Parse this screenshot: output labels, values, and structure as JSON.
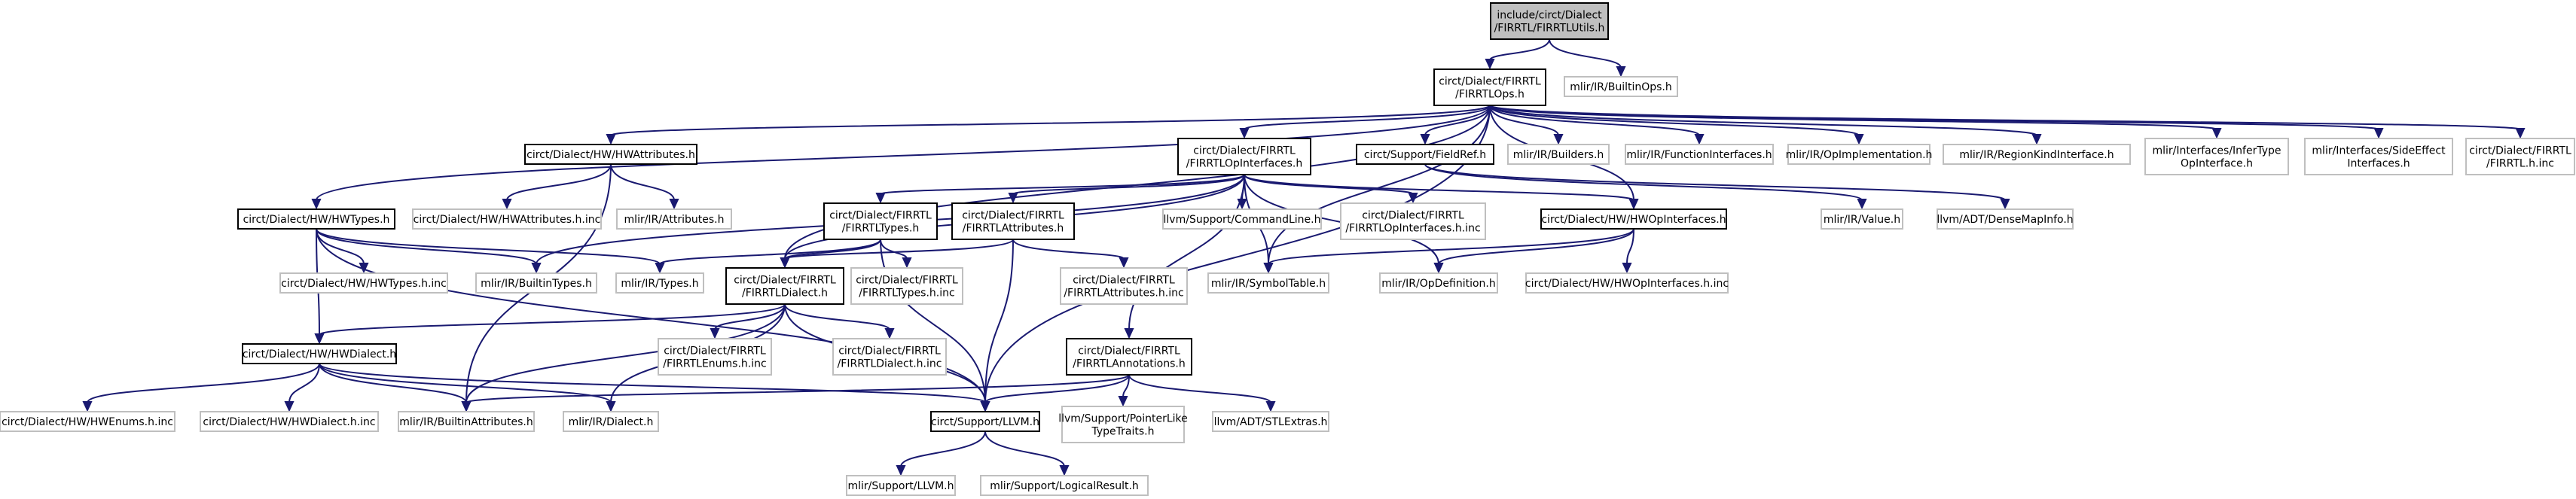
{
  "diagram": {
    "kind": "include dependency graph",
    "colors": {
      "root_fill": "#bfbfbf",
      "internal_stroke": "#000000",
      "external_stroke": "#bfbfbf",
      "edge": "#191970"
    },
    "nodes": [
      {
        "id": "root",
        "lines": [
          "include/circt/Dialect",
          "/FIRRTL/FIRRTLUtils.h"
        ],
        "style": "root"
      },
      {
        "id": "firrtlops",
        "lines": [
          "circt/Dialect/FIRRTL",
          "/FIRRTLOps.h"
        ],
        "style": "internal"
      },
      {
        "id": "builtinops",
        "lines": [
          "mlir/IR/BuiltinOps.h"
        ],
        "style": "external"
      },
      {
        "id": "hwattr",
        "lines": [
          "circt/Dialect/HW/HWAttributes.h"
        ],
        "style": "internal"
      },
      {
        "id": "opinterfaces",
        "lines": [
          "circt/Dialect/FIRRTL",
          "/FIRRTLOpInterfaces.h"
        ],
        "style": "internal"
      },
      {
        "id": "fieldref",
        "lines": [
          "circt/Support/FieldRef.h"
        ],
        "style": "internal"
      },
      {
        "id": "builders",
        "lines": [
          "mlir/IR/Builders.h"
        ],
        "style": "external"
      },
      {
        "id": "funcif",
        "lines": [
          "mlir/IR/FunctionInterfaces.h"
        ],
        "style": "external"
      },
      {
        "id": "opimpl",
        "lines": [
          "mlir/IR/OpImplementation.h"
        ],
        "style": "external"
      },
      {
        "id": "regionkind",
        "lines": [
          "mlir/IR/RegionKindInterface.h"
        ],
        "style": "external"
      },
      {
        "id": "infertype",
        "lines": [
          "mlir/Interfaces/InferType",
          "OpInterface.h"
        ],
        "style": "external"
      },
      {
        "id": "sideeffect",
        "lines": [
          "mlir/Interfaces/SideEffect",
          "Interfaces.h"
        ],
        "style": "external"
      },
      {
        "id": "firrtlinc",
        "lines": [
          "circt/Dialect/FIRRTL",
          "/FIRRTL.h.inc"
        ],
        "style": "external"
      },
      {
        "id": "hwtypes",
        "lines": [
          "circt/Dialect/HW/HWTypes.h"
        ],
        "style": "internal"
      },
      {
        "id": "hwattrinc",
        "lines": [
          "circt/Dialect/HW/HWAttributes.h.inc"
        ],
        "style": "external"
      },
      {
        "id": "irattr",
        "lines": [
          "mlir/IR/Attributes.h"
        ],
        "style": "external"
      },
      {
        "id": "firrtltypes",
        "lines": [
          "circt/Dialect/FIRRTL",
          "/FIRRTLTypes.h"
        ],
        "style": "internal"
      },
      {
        "id": "firrtlattrs",
        "lines": [
          "circt/Dialect/FIRRTL",
          "/FIRRTLAttributes.h"
        ],
        "style": "internal"
      },
      {
        "id": "commandline",
        "lines": [
          "llvm/Support/CommandLine.h"
        ],
        "style": "external"
      },
      {
        "id": "opifinc",
        "lines": [
          "circt/Dialect/FIRRTL",
          "/FIRRTLOpInterfaces.h.inc"
        ],
        "style": "external"
      },
      {
        "id": "hwopif",
        "lines": [
          "circt/Dialect/HW/HWOpInterfaces.h"
        ],
        "style": "internal"
      },
      {
        "id": "value",
        "lines": [
          "mlir/IR/Value.h"
        ],
        "style": "external"
      },
      {
        "id": "densemap",
        "lines": [
          "llvm/ADT/DenseMapInfo.h"
        ],
        "style": "external"
      },
      {
        "id": "hwtypesinc",
        "lines": [
          "circt/Dialect/HW/HWTypes.h.inc"
        ],
        "style": "external"
      },
      {
        "id": "builtintypes",
        "lines": [
          "mlir/IR/BuiltinTypes.h"
        ],
        "style": "external"
      },
      {
        "id": "types",
        "lines": [
          "mlir/IR/Types.h"
        ],
        "style": "external"
      },
      {
        "id": "firrtldialect",
        "lines": [
          "circt/Dialect/FIRRTL",
          "/FIRRTLDialect.h"
        ],
        "style": "internal"
      },
      {
        "id": "typesinc",
        "lines": [
          "circt/Dialect/FIRRTL",
          "/FIRRTLTypes.h.inc"
        ],
        "style": "external"
      },
      {
        "id": "attrsinc",
        "lines": [
          "circt/Dialect/FIRRTL",
          "/FIRRTLAttributes.h.inc"
        ],
        "style": "external"
      },
      {
        "id": "symboltable",
        "lines": [
          "mlir/IR/SymbolTable.h"
        ],
        "style": "external"
      },
      {
        "id": "opdef",
        "lines": [
          "mlir/IR/OpDefinition.h"
        ],
        "style": "external"
      },
      {
        "id": "hwopifinc",
        "lines": [
          "circt/Dialect/HW/HWOpInterfaces.h.inc"
        ],
        "style": "external"
      },
      {
        "id": "hwdialect",
        "lines": [
          "circt/Dialect/HW/HWDialect.h"
        ],
        "style": "internal"
      },
      {
        "id": "enumsinc",
        "lines": [
          "circt/Dialect/FIRRTL",
          "/FIRRTLEnums.h.inc"
        ],
        "style": "external"
      },
      {
        "id": "dialectinc",
        "lines": [
          "circt/Dialect/FIRRTL",
          "/FIRRTLDialect.h.inc"
        ],
        "style": "external"
      },
      {
        "id": "annotations",
        "lines": [
          "circt/Dialect/FIRRTL",
          "/FIRRTLAnnotations.h"
        ],
        "style": "internal"
      },
      {
        "id": "hwenumsinc",
        "lines": [
          "circt/Dialect/HW/HWEnums.h.inc"
        ],
        "style": "external"
      },
      {
        "id": "hwdialectinc",
        "lines": [
          "circt/Dialect/HW/HWDialect.h.inc"
        ],
        "style": "external"
      },
      {
        "id": "builtinattrs",
        "lines": [
          "mlir/IR/BuiltinAttributes.h"
        ],
        "style": "external"
      },
      {
        "id": "irdialect",
        "lines": [
          "mlir/IR/Dialect.h"
        ],
        "style": "external"
      },
      {
        "id": "llvmh",
        "lines": [
          "circt/Support/LLVM.h"
        ],
        "style": "internal"
      },
      {
        "id": "pointerlike",
        "lines": [
          "llvm/Support/PointerLike",
          "TypeTraits.h"
        ],
        "style": "external"
      },
      {
        "id": "stlextras",
        "lines": [
          "llvm/ADT/STLExtras.h"
        ],
        "style": "external"
      },
      {
        "id": "mlirllvm",
        "lines": [
          "mlir/Support/LLVM.h"
        ],
        "style": "external"
      },
      {
        "id": "logicalresult",
        "lines": [
          "mlir/Support/LogicalResult.h"
        ],
        "style": "external"
      }
    ],
    "edges": [
      [
        "root",
        "firrtlops"
      ],
      [
        "root",
        "builtinops"
      ],
      [
        "firrtlops",
        "hwattr"
      ],
      [
        "firrtlops",
        "opinterfaces"
      ],
      [
        "firrtlops",
        "fieldref"
      ],
      [
        "firrtlops",
        "builders"
      ],
      [
        "firrtlops",
        "funcif"
      ],
      [
        "firrtlops",
        "opimpl"
      ],
      [
        "firrtlops",
        "regionkind"
      ],
      [
        "firrtlops",
        "infertype"
      ],
      [
        "firrtlops",
        "sideeffect"
      ],
      [
        "firrtlops",
        "firrtlinc"
      ],
      [
        "firrtlops",
        "hwtypes"
      ],
      [
        "firrtlops",
        "firrtldialect"
      ],
      [
        "firrtlops",
        "symboltable"
      ],
      [
        "firrtlops",
        "hwopif"
      ],
      [
        "firrtlops",
        "llvmh"
      ],
      [
        "hwattr",
        "hwattrinc"
      ],
      [
        "hwattr",
        "irattr"
      ],
      [
        "hwattr",
        "builtinattrs"
      ],
      [
        "opinterfaces",
        "firrtltypes"
      ],
      [
        "opinterfaces",
        "firrtlattrs"
      ],
      [
        "opinterfaces",
        "commandline"
      ],
      [
        "opinterfaces",
        "opifinc"
      ],
      [
        "opinterfaces",
        "hwopif"
      ],
      [
        "opinterfaces",
        "firrtldialect"
      ],
      [
        "opinterfaces",
        "symboltable"
      ],
      [
        "opinterfaces",
        "opdef"
      ],
      [
        "opinterfaces",
        "annotations"
      ],
      [
        "opinterfaces",
        "builtintypes"
      ],
      [
        "fieldref",
        "value"
      ],
      [
        "fieldref",
        "densemap"
      ],
      [
        "hwtypes",
        "hwtypesinc"
      ],
      [
        "hwtypes",
        "builtintypes"
      ],
      [
        "hwtypes",
        "types"
      ],
      [
        "hwtypes",
        "hwdialect"
      ],
      [
        "hwtypes",
        "llvmh"
      ],
      [
        "firrtltypes",
        "firrtldialect"
      ],
      [
        "firrtltypes",
        "typesinc"
      ],
      [
        "firrtltypes",
        "types"
      ],
      [
        "firrtltypes",
        "llvmh"
      ],
      [
        "firrtlattrs",
        "firrtldialect"
      ],
      [
        "firrtlattrs",
        "attrsinc"
      ],
      [
        "firrtlattrs",
        "llvmh"
      ],
      [
        "hwopif",
        "symboltable"
      ],
      [
        "hwopif",
        "opdef"
      ],
      [
        "hwopif",
        "hwopifinc"
      ],
      [
        "firrtldialect",
        "hwdialect"
      ],
      [
        "firrtldialect",
        "enumsinc"
      ],
      [
        "firrtldialect",
        "dialectinc"
      ],
      [
        "firrtldialect",
        "builtinattrs"
      ],
      [
        "firrtldialect",
        "irdialect"
      ],
      [
        "firrtldialect",
        "llvmh"
      ],
      [
        "hwdialect",
        "hwenumsinc"
      ],
      [
        "hwdialect",
        "hwdialectinc"
      ],
      [
        "hwdialect",
        "builtinattrs"
      ],
      [
        "hwdialect",
        "irdialect"
      ],
      [
        "hwdialect",
        "llvmh"
      ],
      [
        "annotations",
        "builtinattrs"
      ],
      [
        "annotations",
        "llvmh"
      ],
      [
        "annotations",
        "pointerlike"
      ],
      [
        "annotations",
        "stlextras"
      ],
      [
        "llvmh",
        "mlirllvm"
      ],
      [
        "llvmh",
        "logicalresult"
      ]
    ]
  }
}
